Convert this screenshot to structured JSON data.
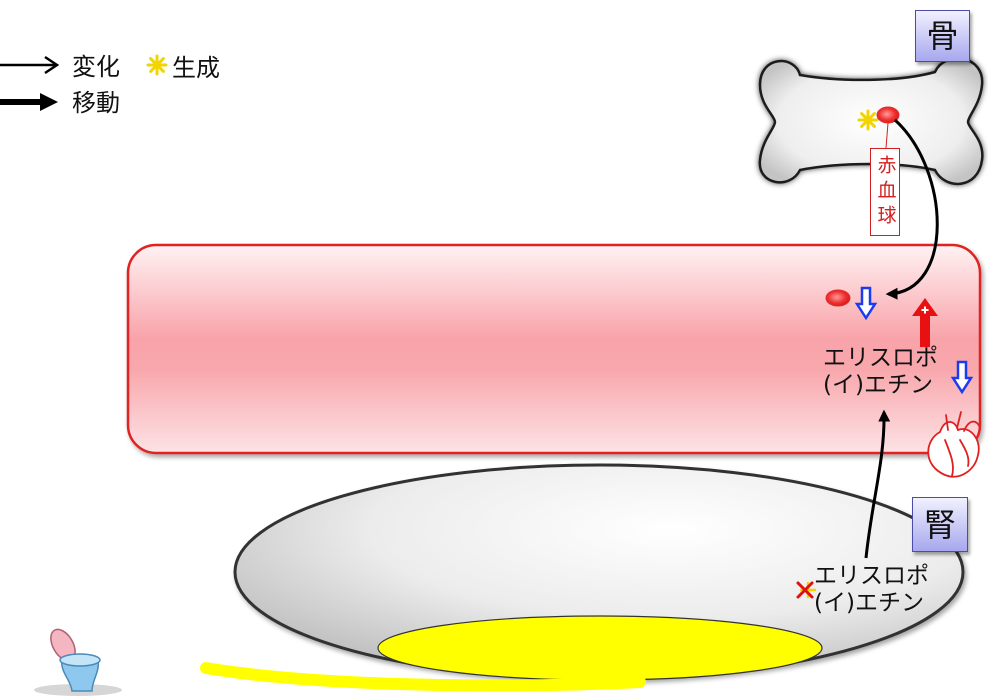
{
  "legend": {
    "change_label": "変化",
    "generate_label": "生成",
    "move_label": "移動"
  },
  "bone": {
    "label": "骨",
    "rbc_label": "赤血球"
  },
  "blood": {
    "epo_line1": "エリスロポ",
    "epo_line2": "(イ)エチン"
  },
  "kidney": {
    "label": "腎",
    "epo_line1": "エリスロポ",
    "epo_line2": "(イ)エチン"
  },
  "icons": {
    "heart": "heart-icon",
    "toilet": "toilet-icon",
    "generate_mark": "yellow-asterisk-icon",
    "stop_mark": "red-x-icon",
    "decrease": "hollow-down-arrow-icon",
    "increase": "red-up-arrow-icon"
  },
  "colors": {
    "vessel_border": "#e02020",
    "vessel_fill": "#f8a8ad",
    "rbc": "#f03030",
    "decrease_arrow": "#1a3cf0",
    "increase_arrow": "#e81010",
    "generate_mark": "#f5e600",
    "urine": "#ffff00",
    "organ_box": "#a7a7ee"
  }
}
